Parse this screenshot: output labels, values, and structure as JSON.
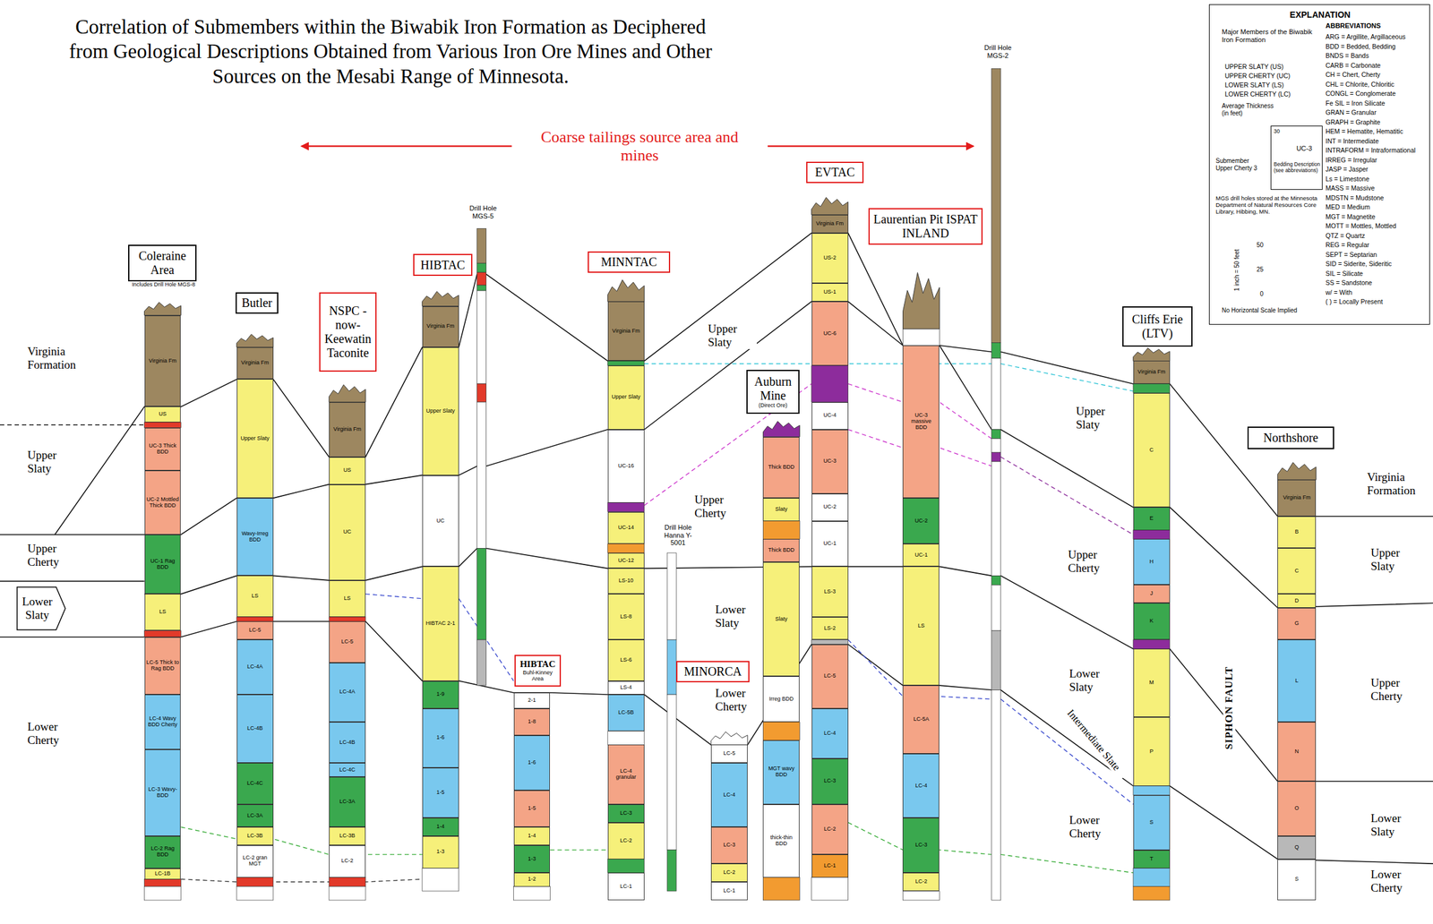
{
  "diagram": {
    "title": "Correlation of Submembers within the Biwabik Iron Formation as Deciphered from Geological Descriptions Obtained from Various Iron Ore Mines and Other Sources on the Mesabi Range of Minnesota.",
    "nodes": [
      {
        "text": [
          "EXPLANATION",
          "Major Members of the Biwabik Iron Formation",
          "UPPER SLATY (US)",
          "UPPER CHERTY (UC)",
          "LOWER SLATY (LS)",
          "LOWER CHERTY (LC)",
          "Average Thickness (in feet)",
          "Submember Upper Cherty 3",
          "MGS drill holes stored at the Minnesota Department of Natural Resources Core Library, Hibbing, MN.",
          "50",
          "25",
          "0",
          "1 inch = 50 feet",
          "No Horizontal Scale Implied",
          "ABBREVIATIONS",
          "ARG = Argillite, Argillaceous",
          "BDD = Bedded, Bedding",
          "BNDS = Bands",
          "CARB = Carbonate",
          "CH = Chert, Cherty",
          "CHL = Chlorite, Chloritic",
          "CONGL = Conglomerate",
          "Fe SIL = Iron Silicate",
          "GRAN = Granular",
          "GRAPH = Graphite",
          "HEM = Hematite, Hematitic",
          "INT = Intermediate",
          "INTRAFORM = Intraformational",
          "IRREG = Irregular",
          "JASP = Jasper",
          "Ls = Limestone",
          "MASS = Massive",
          "MDSTN = Mudstone",
          "MED = Medium",
          "MGT = Magnetite",
          "MOTT = Mottles, Mottled",
          "QTZ = Quartz",
          "REG = Regular",
          "SEPT = Septarian",
          "SID = Siderite, Sideritic",
          "SIL = Silicate",
          "SS = Sandstone",
          "w/ = With",
          "( ) = Locally Present"
        ]
      },
      {
        "text": [
          "30",
          "UC-3",
          "Bedding Description (see abbreviations)"
        ],
        "in": 0
      },
      {
        "text": [
          "Lower Slaty"
        ]
      },
      {
        "text": [
          "Coleraine Area",
          "Includes Drill Hole MGS-8"
        ]
      },
      {
        "text": [
          "Butler"
        ]
      },
      {
        "text": [
          "NSPC -now- Keewatin Taconite"
        ]
      },
      {
        "text": [
          "HIBTAC"
        ]
      },
      {
        "text": [
          "MINNTAC"
        ]
      },
      {
        "text": [
          "HIBTAC",
          "Buhl-Kinney Area"
        ]
      },
      {
        "text": [
          "MINORCA"
        ]
      },
      {
        "text": [
          "Auburn Mine",
          "(Direct Ore)"
        ]
      },
      {
        "text": [
          "EVTAC"
        ]
      },
      {
        "text": [
          "Laurentian Pit ISPAT INLAND"
        ]
      },
      {
        "text": [
          "Cliffs Erie (LTV)"
        ]
      },
      {
        "text": [
          "Northshore"
        ]
      },
      {
        "text": [
          "Virginia Fm"
        ]
      },
      {
        "text": [
          "US"
        ]
      },
      {
        "text": [
          "UC-3 Thick BDD"
        ]
      },
      {
        "text": [
          "UC-2 Mottled Thick BDD"
        ]
      },
      {
        "text": [
          "UC-1 Rag BDD"
        ]
      },
      {
        "text": [
          "LS"
        ]
      },
      {
        "text": [
          "LC-5 Thick to Rag BDD"
        ]
      },
      {
        "text": [
          "LC-4 Wavy BDD Cherty"
        ]
      },
      {
        "text": [
          "LC-3 Wavy-BDD"
        ]
      },
      {
        "text": [
          "LC-2 Rag BDD"
        ]
      },
      {
        "text": [
          "LC-1B"
        ]
      },
      {
        "text": [
          "Virginia Fm"
        ]
      },
      {
        "text": [
          "Upper Slaty"
        ]
      },
      {
        "text": [
          "Wavy-Irreg BDD"
        ]
      },
      {
        "text": [
          "LS"
        ]
      },
      {
        "text": [
          "LC-5"
        ]
      },
      {
        "text": [
          "LC-4A"
        ]
      },
      {
        "text": [
          "LC-4B"
        ]
      },
      {
        "text": [
          "LC-4C"
        ]
      },
      {
        "text": [
          "LC-3A"
        ]
      },
      {
        "text": [
          "LC-3B"
        ]
      },
      {
        "text": [
          "LC-2 gran MGT"
        ]
      },
      {
        "text": [
          "Virginia Fm"
        ]
      },
      {
        "text": [
          "US"
        ]
      },
      {
        "text": [
          "UC"
        ]
      },
      {
        "text": [
          "LS"
        ]
      },
      {
        "text": [
          "LC-5"
        ]
      },
      {
        "text": [
          "LC-4A"
        ]
      },
      {
        "text": [
          "LC-4B"
        ]
      },
      {
        "text": [
          "LC-4C"
        ]
      },
      {
        "text": [
          "LC-3A"
        ]
      },
      {
        "text": [
          "LC-3B"
        ]
      },
      {
        "text": [
          "LC-2"
        ]
      },
      {
        "text": [
          "Virginia Fm"
        ]
      },
      {
        "text": [
          "Upper Slaty"
        ]
      },
      {
        "text": [
          "UC"
        ]
      },
      {
        "text": [
          "HIBTAC 2-1"
        ]
      },
      {
        "text": [
          "1-9"
        ]
      },
      {
        "text": [
          "1-6"
        ]
      },
      {
        "text": [
          "1-5"
        ]
      },
      {
        "text": [
          "1-4"
        ]
      },
      {
        "text": [
          "1-3"
        ]
      },
      {
        "text": [
          "2-1"
        ]
      },
      {
        "text": [
          "1-8"
        ]
      },
      {
        "text": [
          "1-6"
        ]
      },
      {
        "text": [
          "1-5"
        ]
      },
      {
        "text": [
          "1-4"
        ]
      },
      {
        "text": [
          "1-3"
        ]
      },
      {
        "text": [
          "1-2"
        ]
      },
      {
        "text": [
          "Virginia Fm"
        ]
      },
      {
        "text": [
          "Upper Slaty"
        ]
      },
      {
        "text": [
          "UC-16"
        ]
      },
      {
        "text": [
          "UC-14"
        ]
      },
      {
        "text": [
          "UC-12"
        ]
      },
      {
        "text": [
          "LS-10"
        ]
      },
      {
        "text": [
          "LS-8"
        ]
      },
      {
        "text": [
          "LS-6"
        ]
      },
      {
        "text": [
          "LS-4"
        ]
      },
      {
        "text": [
          "LC-5B"
        ]
      },
      {
        "text": [
          "LC-4 granular"
        ]
      },
      {
        "text": [
          "LC-3"
        ]
      },
      {
        "text": [
          "LC-2"
        ]
      },
      {
        "text": [
          "LC-1"
        ]
      },
      {
        "text": [
          "LC-5"
        ]
      },
      {
        "text": [
          "LC-4"
        ]
      },
      {
        "text": [
          "LC-3"
        ]
      },
      {
        "text": [
          "LC-2"
        ]
      },
      {
        "text": [
          "LC-1"
        ]
      },
      {
        "text": [
          "Thick BDD"
        ]
      },
      {
        "text": [
          "Slaty"
        ]
      },
      {
        "text": [
          "Thick BDD"
        ]
      },
      {
        "text": [
          "Slaty"
        ]
      },
      {
        "text": [
          "Irreg BDD"
        ]
      },
      {
        "text": [
          "MGT wavy BDD"
        ]
      },
      {
        "text": [
          "thick-thin BDD"
        ]
      },
      {
        "text": [
          "Virginia Fm"
        ]
      },
      {
        "text": [
          "US-2"
        ]
      },
      {
        "text": [
          "US-1"
        ]
      },
      {
        "text": [
          "UC-6"
        ]
      },
      {
        "text": [
          "UC-4"
        ]
      },
      {
        "text": [
          "UC-3"
        ]
      },
      {
        "text": [
          "UC-2"
        ]
      },
      {
        "text": [
          "UC-1"
        ]
      },
      {
        "text": [
          "LS-3"
        ]
      },
      {
        "text": [
          "LS-2"
        ]
      },
      {
        "text": [
          "LC-5"
        ]
      },
      {
        "text": [
          "LC-4"
        ]
      },
      {
        "text": [
          "LC-3"
        ]
      },
      {
        "text": [
          "LC-2"
        ]
      },
      {
        "text": [
          "LC-1"
        ]
      },
      {
        "text": [
          "UC-3 massive BDD"
        ]
      },
      {
        "text": [
          "UC-2"
        ]
      },
      {
        "text": [
          "UC-1"
        ]
      },
      {
        "text": [
          "LS"
        ]
      },
      {
        "text": [
          "LC-5A"
        ]
      },
      {
        "text": [
          "LC-4"
        ]
      },
      {
        "text": [
          "LC-3"
        ]
      },
      {
        "text": [
          "LC-2"
        ]
      },
      {
        "text": [
          "Virginia Fm"
        ]
      },
      {
        "text": [
          "C"
        ]
      },
      {
        "text": [
          "E"
        ]
      },
      {
        "text": [
          "H"
        ]
      },
      {
        "text": [
          "J"
        ]
      },
      {
        "text": [
          "K"
        ]
      },
      {
        "text": [
          "M"
        ]
      },
      {
        "text": [
          "P"
        ]
      },
      {
        "text": [
          "S"
        ]
      },
      {
        "text": [
          "T"
        ]
      },
      {
        "text": [
          "Virginia Fm"
        ]
      },
      {
        "text": [
          "B"
        ]
      },
      {
        "text": [
          "C"
        ]
      },
      {
        "text": [
          "D"
        ]
      },
      {
        "text": [
          "G"
        ]
      },
      {
        "text": [
          "L"
        ]
      },
      {
        "text": [
          "N"
        ]
      },
      {
        "text": [
          "O"
        ]
      },
      {
        "text": [
          "Q"
        ]
      },
      {
        "text": [
          "S"
        ]
      }
    ],
    "labels": [
      "Coarse tailings source area and mines",
      "Virginia Formation",
      "Upper Slaty",
      "Upper Cherty",
      "Lower Cherty",
      "Upper Slaty",
      "Upper Cherty",
      "Lower Slaty",
      "Lower Cherty",
      "Upper Slaty",
      "Upper Cherty",
      "Lower Slaty",
      "Intermediate Slate",
      "Lower Cherty",
      "SIPHON FAULT",
      "Virginia Formation",
      "Upper Slaty",
      "Upper Cherty",
      "Lower Slaty",
      "Lower Cherty",
      "Drill Hole MGS-5",
      "Drill Hole MGS-2",
      "Drill Hole Hanna Y-5001"
    ]
  }
}
